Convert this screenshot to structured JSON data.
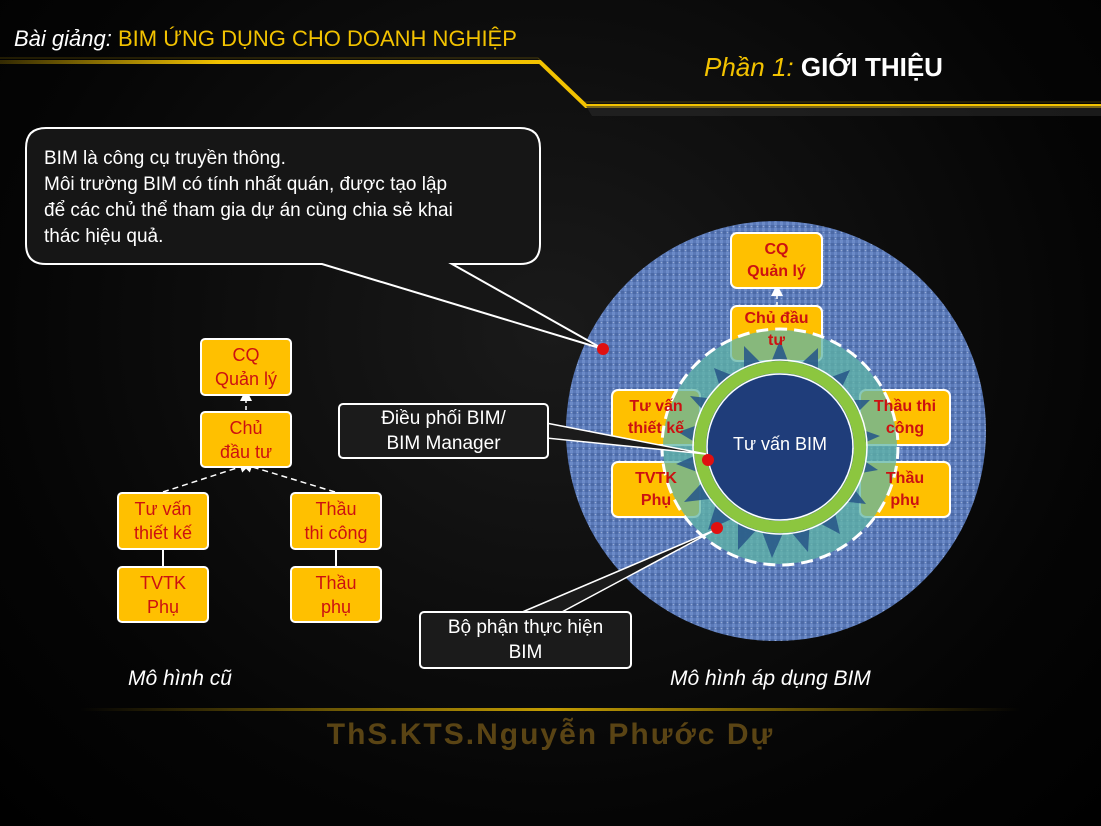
{
  "header": {
    "course_label": "Bài giảng:",
    "course_title": "BIM ỨNG DỤNG CHO DOANH NGHIỆP",
    "part_label": "Phần 1:",
    "part_title": "GIỚI THIỆU"
  },
  "callout": {
    "lines": [
      "BIM là công cụ truyền thông.",
      "Môi trường BIM có tính nhất quán, được tạo lập",
      "để các chủ thể tham gia dự án cùng chia sẻ khai",
      "thác hiệu quả."
    ]
  },
  "old_model": {
    "authority": [
      "CQ",
      "Quản lý"
    ],
    "owner": [
      "Chủ",
      "đầu tư"
    ],
    "designer": [
      "Tư vấn",
      "thiết kế"
    ],
    "contractor": [
      "Thầu",
      "thi công"
    ],
    "sub_designer": [
      "TVTK",
      "Phụ"
    ],
    "sub_contractor": [
      "Thầu",
      "phụ"
    ],
    "caption": "Mô hình cũ"
  },
  "bim_model": {
    "authority": [
      "CQ",
      "Quản lý"
    ],
    "owner": [
      "Chủ đầu",
      "tư"
    ],
    "designer": [
      "Tư vấn",
      "thiết kế"
    ],
    "sub_designer": [
      "TVTK",
      "Phụ"
    ],
    "contractor": [
      "Thầu thi",
      "công"
    ],
    "sub_contractor": [
      "Thầu",
      "phụ"
    ],
    "center": "Tư vấn BIM",
    "caption": "Mô hình áp dụng BIM"
  },
  "labels": {
    "coordinator": [
      "Điều phối BIM/",
      "BIM Manager"
    ],
    "executor": [
      "Bộ phận thực hiện",
      "BIM"
    ]
  },
  "footer": "ThS.KTS.Nguyễn Phước Dự",
  "colors": {
    "accent": "#f2c200",
    "box_fill": "#ffc000",
    "box_text": "#cc1111",
    "circle_blue": "#5a79b8",
    "ring_green": "#8cc63f",
    "core_navy": "#1f3d7a"
  }
}
